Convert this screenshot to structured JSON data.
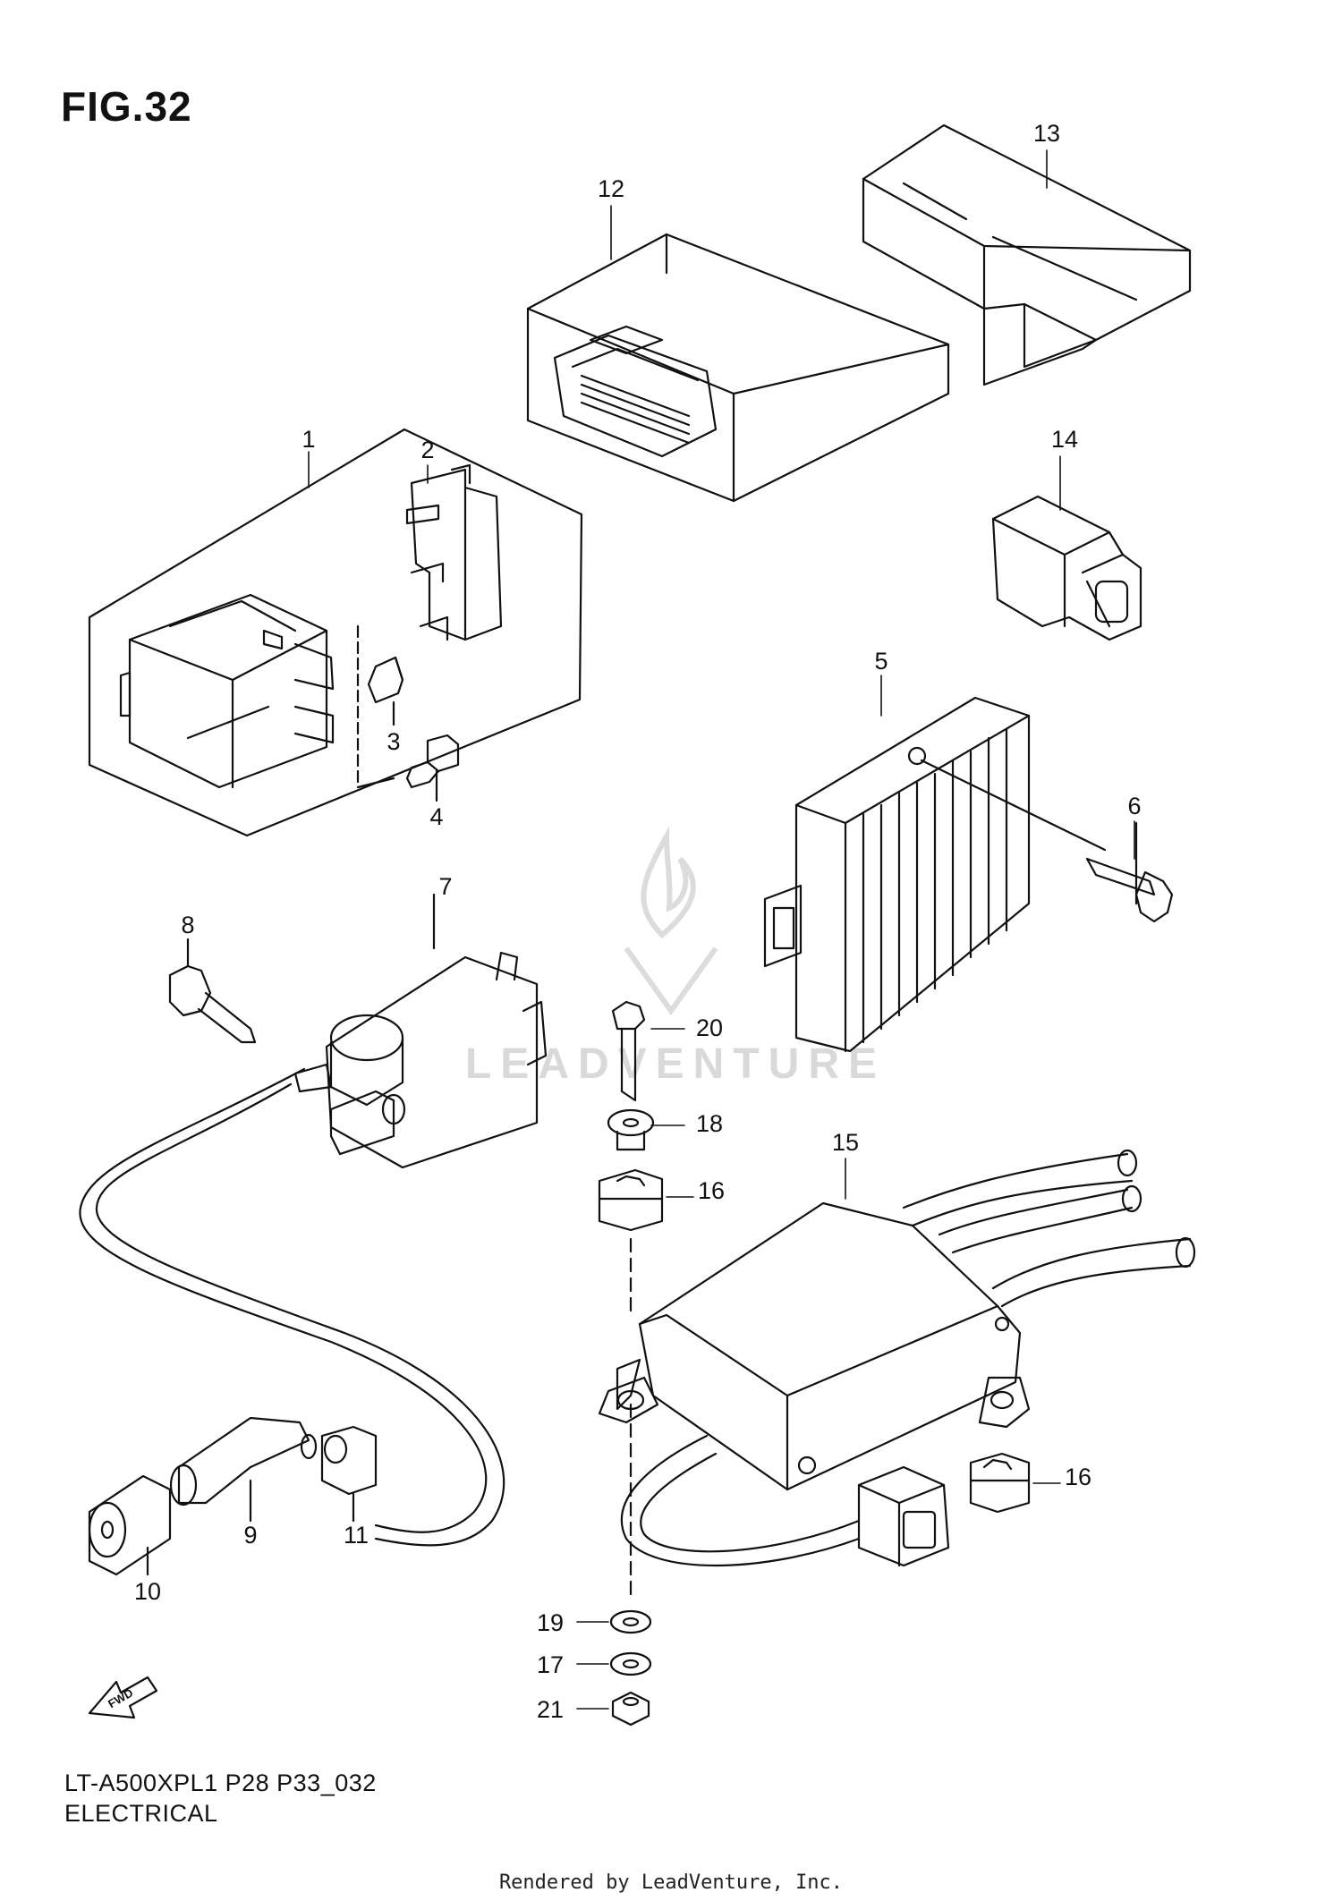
{
  "figure": {
    "title": "FIG.32",
    "code": "LT-A500XPL1 P28 P33_032",
    "section": "ELECTRICAL",
    "rendered_by": "Rendered by LeadVenture, Inc.",
    "watermark": "LEADVENTURE",
    "direction_label": "FWD"
  },
  "callouts": [
    "1",
    "2",
    "3",
    "4",
    "5",
    "6",
    "7",
    "8",
    "9",
    "10",
    "11",
    "12",
    "13",
    "14",
    "15",
    "16",
    "16",
    "17",
    "18",
    "19",
    "20",
    "21"
  ],
  "colors": {
    "line": "#111111",
    "watermark": "#d9d9d9"
  }
}
